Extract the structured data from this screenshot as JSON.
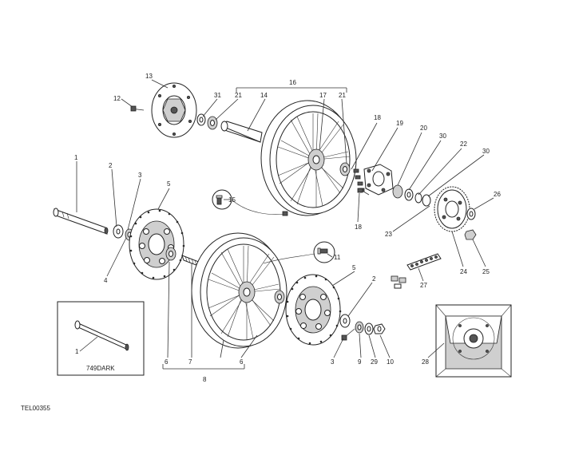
{
  "callouts": [
    {
      "id": "c1",
      "label": "1"
    },
    {
      "id": "c2",
      "label": "2"
    },
    {
      "id": "c3",
      "label": "3"
    },
    {
      "id": "c4",
      "label": "4"
    },
    {
      "id": "c5",
      "label": "5"
    },
    {
      "id": "c12",
      "label": "12"
    },
    {
      "id": "c13",
      "label": "13"
    },
    {
      "id": "c31",
      "label": "31"
    },
    {
      "id": "c21a",
      "label": "21"
    },
    {
      "id": "c14",
      "label": "14"
    },
    {
      "id": "c16",
      "label": "16"
    },
    {
      "id": "c17",
      "label": "17"
    },
    {
      "id": "c21b",
      "label": "21"
    },
    {
      "id": "c18a",
      "label": "18"
    },
    {
      "id": "c19",
      "label": "19"
    },
    {
      "id": "c20",
      "label": "20"
    },
    {
      "id": "c30a",
      "label": "30"
    },
    {
      "id": "c22",
      "label": "22"
    },
    {
      "id": "c30b",
      "label": "30"
    },
    {
      "id": "c15",
      "label": "15"
    },
    {
      "id": "c26",
      "label": "26"
    },
    {
      "id": "c18b",
      "label": "18"
    },
    {
      "id": "c23",
      "label": "23"
    },
    {
      "id": "c11",
      "label": "11"
    },
    {
      "id": "c5b",
      "label": "5"
    },
    {
      "id": "c2b",
      "label": "2"
    },
    {
      "id": "c24",
      "label": "24"
    },
    {
      "id": "c25",
      "label": "25"
    },
    {
      "id": "c27",
      "label": "27"
    },
    {
      "id": "c1b",
      "label": "1"
    },
    {
      "id": "c6a",
      "label": "6"
    },
    {
      "id": "c7",
      "label": "7"
    },
    {
      "id": "c6b",
      "label": "6"
    },
    {
      "id": "c8",
      "label": "8"
    },
    {
      "id": "c3b",
      "label": "3"
    },
    {
      "id": "c9",
      "label": "9"
    },
    {
      "id": "c29",
      "label": "29"
    },
    {
      "id": "c10",
      "label": "10"
    },
    {
      "id": "c28",
      "label": "28"
    }
  ],
  "inset": {
    "caption": "749DARK"
  },
  "footer": {
    "code": "TEL00355"
  }
}
